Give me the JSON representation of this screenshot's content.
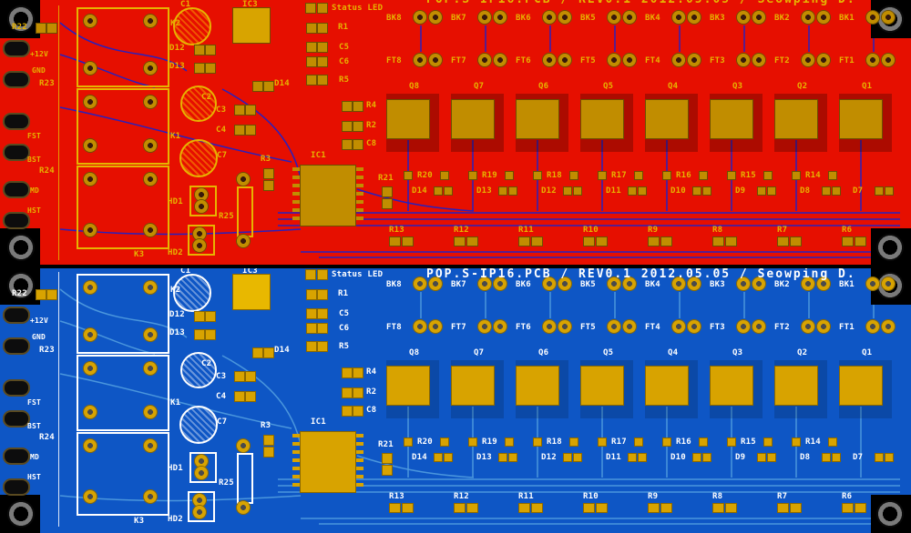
{
  "title": "POP.S-IP16.PCB / REV0.1 2012.05.05 / Seowping D.",
  "colors": {
    "background": "#000000",
    "red_board": "#e60f00",
    "blue_board": "#0e56c5",
    "pad_gold_red_board": "#c18d00",
    "pad_gold_blue_board": "#d8a300",
    "silk_red_board": "#e7b300",
    "silk_blue_board": "#ffffff",
    "trace_red_board": "#1e22c8",
    "trace_blue_board": "#4e9ade"
  },
  "boards": [
    {
      "variant": "red"
    },
    {
      "variant": "blue"
    }
  ],
  "silkscreen": {
    "status_led": "Status LED",
    "r22": "R22",
    "plus12v": "+12V",
    "gnd": "GND",
    "r23": "R23",
    "fst": "FST",
    "bst": "BST",
    "r24": "R24",
    "md": "MD",
    "hst": "HST",
    "k1": "K1",
    "k2": "K2",
    "k3": "K3",
    "c1": "C1",
    "c2": "C2",
    "c3": "C3",
    "c4": "C4",
    "c5": "C5",
    "c6": "C6",
    "c7": "C7",
    "c8": "C8",
    "d12": "D12",
    "d13": "D13",
    "d14": "D14",
    "r1": "R1",
    "r2": "R2",
    "r3": "R3",
    "r4": "R4",
    "r5": "R5",
    "r21": "R21",
    "r25": "R25",
    "hd1": "HD1",
    "hd2": "HD2",
    "ic1": "IC1",
    "ic3": "IC3",
    "bk_row": [
      "BK8",
      "BK7",
      "BK6",
      "BK5",
      "BK4",
      "BK3",
      "BK2",
      "BK1"
    ],
    "ft_row": [
      "FT8",
      "FT7",
      "FT6",
      "FT5",
      "FT4",
      "FT3",
      "FT2",
      "FT1"
    ],
    "q_row": [
      "Q8",
      "Q7",
      "Q6",
      "Q5",
      "Q4",
      "Q3",
      "Q2",
      "Q1"
    ],
    "r_upper_row": [
      "R20",
      "R19",
      "R18",
      "R17",
      "R16",
      "R15",
      "R14"
    ],
    "d_row": [
      "D14",
      "D13",
      "D12",
      "D11",
      "D10",
      "D9",
      "D8",
      "D7"
    ],
    "r_lower_row": [
      "R13",
      "R12",
      "R11",
      "R10",
      "R9",
      "R8",
      "R7",
      "R6"
    ]
  }
}
